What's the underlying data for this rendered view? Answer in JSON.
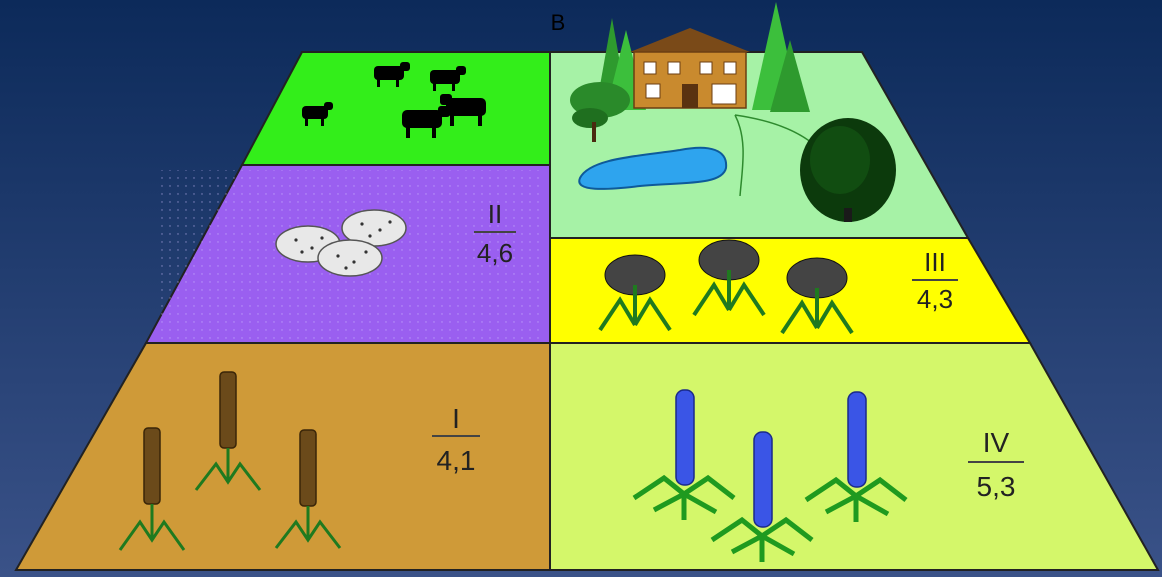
{
  "top_label": "B",
  "colors": {
    "background_top": "#0c2a5a",
    "background_bottom": "#3a5288",
    "field_cattle": "#33ee1a",
    "field_manor": "#a6f2a6",
    "field_potatoes": "#9a5ff0",
    "field_legumes": "#ffff00",
    "field_wheat": "#cf9a38",
    "field_lupine": "#d4f76a",
    "border": "#222222"
  },
  "fields": [
    {
      "id": "I",
      "numeral": "I",
      "value": "4,1",
      "crop": "wheat"
    },
    {
      "id": "II",
      "numeral": "II",
      "value": "4,6",
      "crop": "potatoes"
    },
    {
      "id": "III",
      "numeral": "III",
      "value": "4,3",
      "crop": "legumes"
    },
    {
      "id": "IV",
      "numeral": "IV",
      "value": "5,3",
      "crop": "lupine"
    }
  ]
}
